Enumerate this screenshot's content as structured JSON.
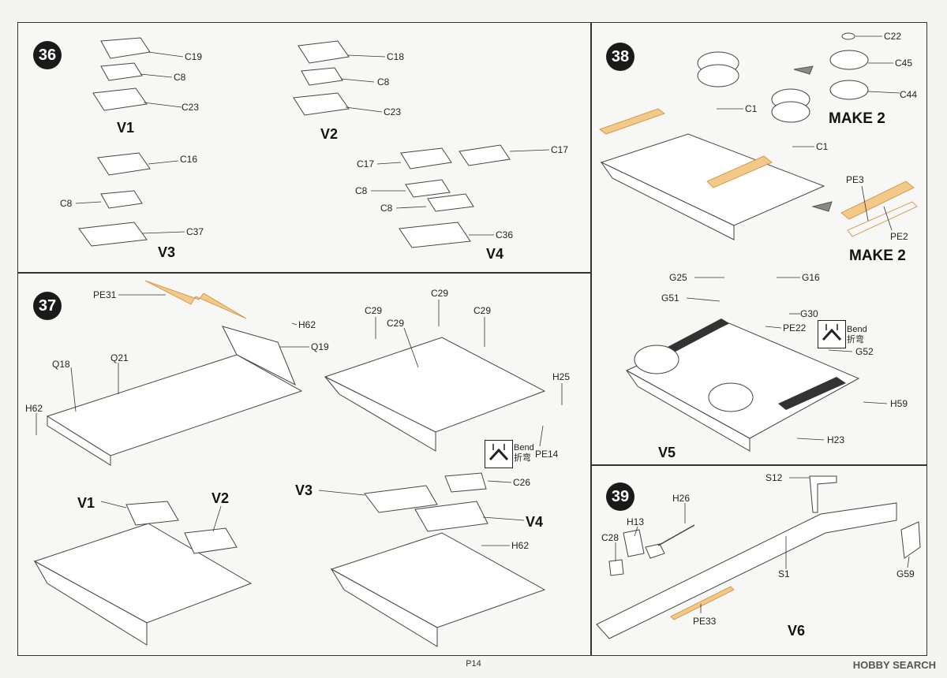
{
  "page_number": "P14",
  "watermark": "HOBBY SEARCH",
  "steps": {
    "s36": {
      "number": "36",
      "variants": [
        "V1",
        "V2",
        "V3",
        "V4"
      ],
      "v1_parts": [
        "C19",
        "C8",
        "C23"
      ],
      "v2_parts": [
        "C18",
        "C8",
        "C23"
      ],
      "v3_parts": [
        "C16",
        "C8",
        "C37"
      ],
      "v4_parts": [
        "C17",
        "C17",
        "C8",
        "C8",
        "C36"
      ]
    },
    "s37": {
      "number": "37",
      "parts_top": [
        "PE31",
        "H62",
        "Q19",
        "Q18",
        "Q21",
        "H62"
      ],
      "parts_mid": [
        "C29",
        "C29",
        "C29",
        "C29",
        "H25",
        "PE14"
      ],
      "bend_label": "Bend",
      "bend_cn": "折弯",
      "bottom_labels": [
        "V1",
        "V2",
        "V3",
        "V4",
        "C26",
        "H62"
      ]
    },
    "s38": {
      "number": "38",
      "parts": [
        "C22",
        "C45",
        "C44",
        "C1",
        "C1",
        "PE3",
        "PE2"
      ],
      "make_2": "MAKE 2",
      "v5_parts": [
        "G25",
        "G16",
        "G51",
        "G30",
        "PE22",
        "G52",
        "H59",
        "H23"
      ],
      "v5_label": "V5",
      "bend_label": "Bend",
      "bend_cn": "折弯"
    },
    "s39": {
      "number": "39",
      "parts": [
        "S12",
        "H26",
        "H13",
        "C28",
        "S1",
        "G59",
        "PE33"
      ],
      "v6_label": "V6"
    }
  },
  "colors": {
    "photo_etch": "#f3c98a",
    "step_badge": "#1a1a1a"
  }
}
